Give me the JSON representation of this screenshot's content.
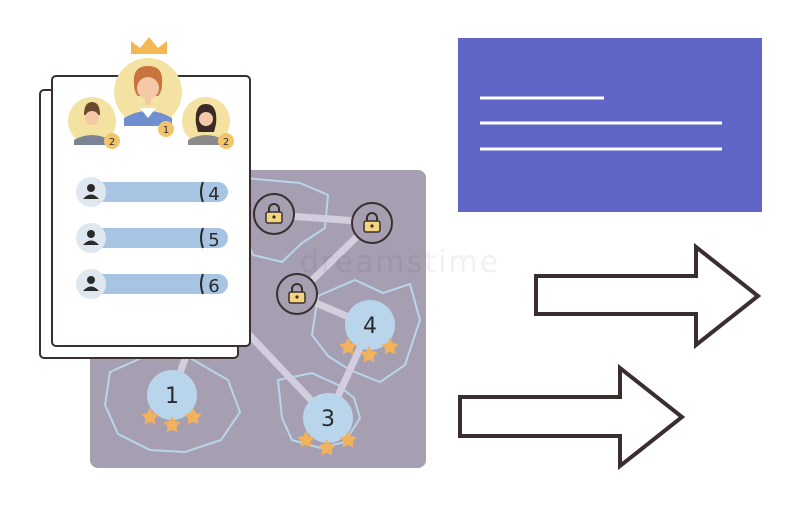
{
  "leaderboard": {
    "top": {
      "rank": "1"
    },
    "left": {
      "rank": "2"
    },
    "right": {
      "rank": "2"
    },
    "list": [
      {
        "rank": "4"
      },
      {
        "rank": "5"
      },
      {
        "rank": "6"
      }
    ]
  },
  "map": {
    "levels": [
      {
        "label": "1"
      },
      {
        "label": "3"
      },
      {
        "label": "4"
      }
    ]
  },
  "watermark": "dreamstime",
  "colors": {
    "card_bg": "#ffffff",
    "outline": "#3a2e2e",
    "map_bg": "#a69fb1",
    "level_node": "#b8d5ec",
    "rank_bar": "#a7c4e2",
    "banner": "#6065c6",
    "star": "#f2b25c",
    "crown": "#f3b755",
    "avatar_bg": "#f3e2a1"
  },
  "icons": [
    "crown-icon",
    "lock-icon",
    "person-icon",
    "star-icon",
    "arrow-right-icon"
  ]
}
